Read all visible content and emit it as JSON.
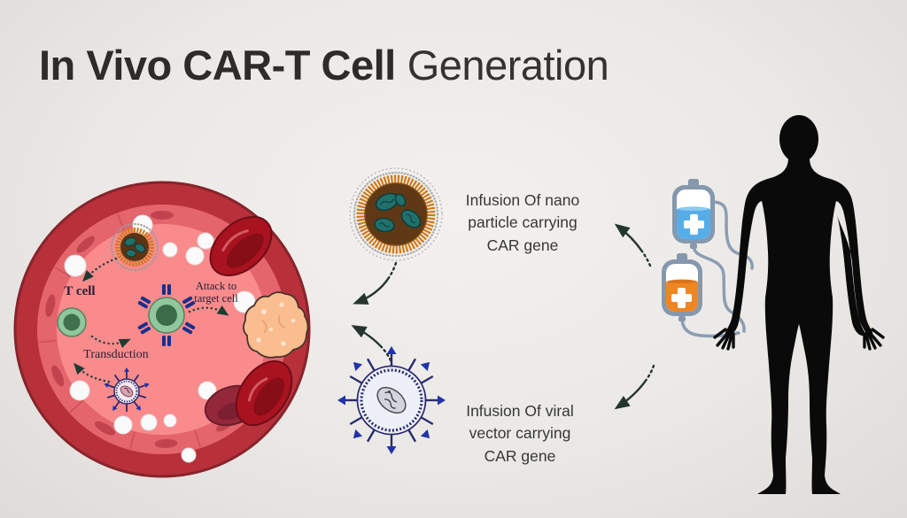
{
  "title": {
    "emphasis": "In Vivo CAR-T Cell",
    "rest": "Generation"
  },
  "vessel_labels": {
    "t_cell": "T cell",
    "transduction": "Transduction",
    "attack_line1": "Attack to",
    "attack_line2": "target cell"
  },
  "captions": {
    "nano": "Infusion Of nano\nparticle carrying\nCAR gene",
    "viral": "Infusion Of viral\nvector carrying\nCAR gene"
  },
  "colors": {
    "background": "#ebe9e6",
    "title_text": "#2f2b28",
    "vessel_outer_wall": "#b7303a",
    "vessel_endothelium": "#e5656d",
    "vessel_plasma": "#f98b8d",
    "t_cell_body": "#90c79c",
    "t_cell_nucleus": "#40704e",
    "car_receptor": "#1b2f8a",
    "tumor_cell": "#f9bd8f",
    "red_blood_cell": "#a9121f",
    "nanoparticle_ring": "#cf7a1a",
    "nanoparticle_core": "#5a3414",
    "nanoparticle_cargo": "#20706c",
    "virus_outline": "#2b2b6e",
    "iv_bag_frame": "#8598ae",
    "iv_bag_blue": "#57ade8",
    "iv_bag_orange": "#ee8623",
    "iv_tube": "#8a9db3",
    "arrow": "#253630",
    "silhouette": "#0a0a0a"
  }
}
